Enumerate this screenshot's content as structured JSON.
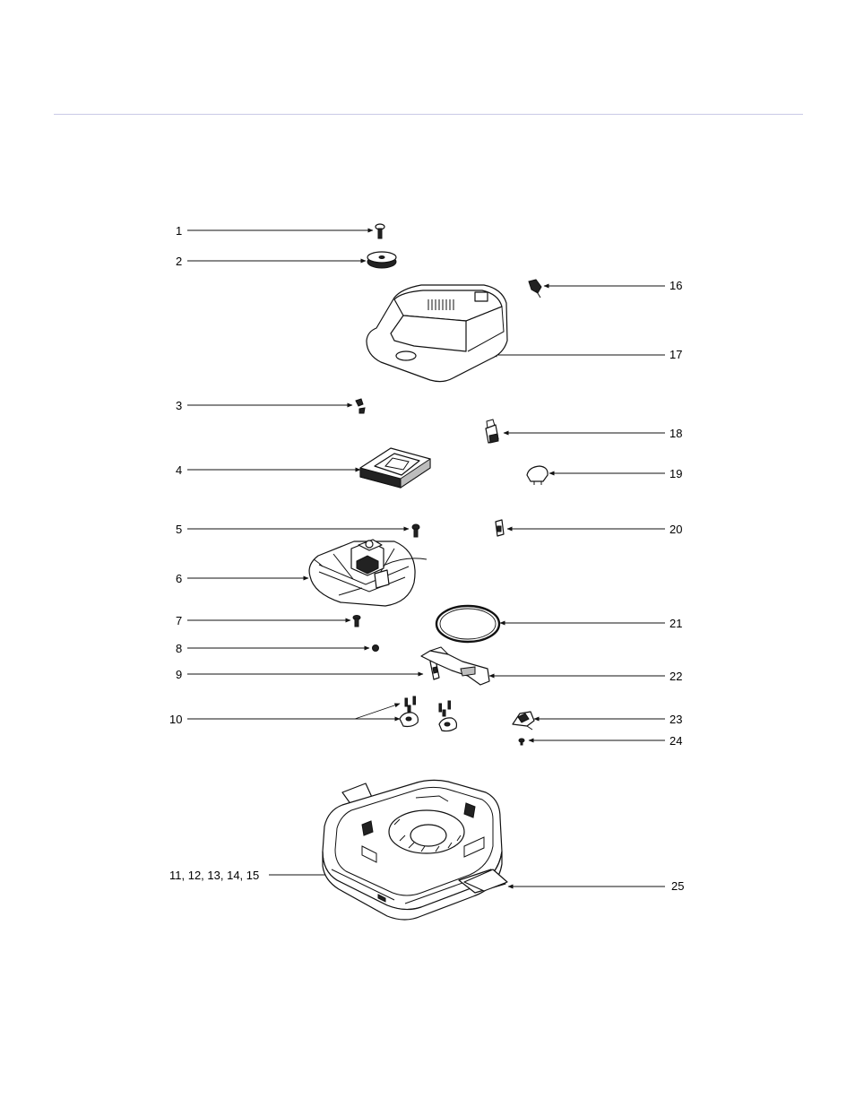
{
  "callouts_left": [
    {
      "id": "callout-1",
      "text": "1"
    },
    {
      "id": "callout-2",
      "text": "2"
    },
    {
      "id": "callout-3",
      "text": "3"
    },
    {
      "id": "callout-4",
      "text": "4"
    },
    {
      "id": "callout-5",
      "text": "5"
    },
    {
      "id": "callout-6",
      "text": "6"
    },
    {
      "id": "callout-7",
      "text": "7"
    },
    {
      "id": "callout-8",
      "text": "8"
    },
    {
      "id": "callout-9",
      "text": "9"
    },
    {
      "id": "callout-10",
      "text": "10"
    },
    {
      "id": "callout-11-15",
      "text": "11, 12, 13, 14, 15"
    }
  ],
  "callouts_right": [
    {
      "id": "callout-16",
      "text": "16"
    },
    {
      "id": "callout-17",
      "text": "17"
    },
    {
      "id": "callout-18",
      "text": "18"
    },
    {
      "id": "callout-19",
      "text": "19"
    },
    {
      "id": "callout-20",
      "text": "20"
    },
    {
      "id": "callout-21",
      "text": "21"
    },
    {
      "id": "callout-22",
      "text": "22"
    },
    {
      "id": "callout-23",
      "text": "23"
    },
    {
      "id": "callout-24",
      "text": "24"
    },
    {
      "id": "callout-25",
      "text": "25"
    }
  ],
  "colors": {
    "rule": "#c9c9e6",
    "ink": "#111111"
  }
}
